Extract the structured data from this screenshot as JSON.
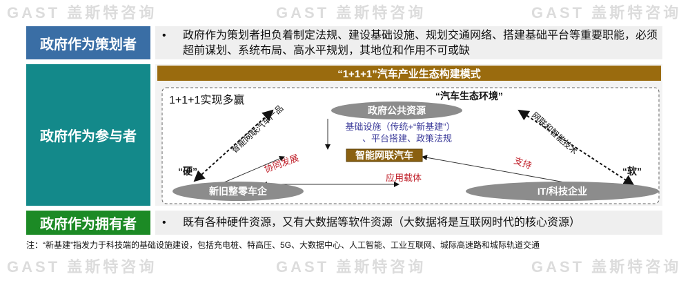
{
  "watermark": "GAST 盖斯特咨询",
  "rows": [
    {
      "label": "政府作为策划者",
      "color": "#3a6ea5",
      "text": "政府作为策划者担负着制定法规、建设基础设施、规划交通网络、搭建基础平台等重要职能，必须超前谋划、系统布局、高水平规划，其地位和作用不可或缺"
    },
    {
      "label": "政府作为参与者",
      "color": "#13898a"
    },
    {
      "label": "政府作为拥有者",
      "color": "#1c8a25",
      "text": "既有各种硬件资源，又有大数据等软件资源（大数据将是互联网时代的核心资源）"
    }
  ],
  "bullet": "•",
  "diagram": {
    "title": "“1+1+1”汽车产业生态构建模式",
    "corner": "1+1+1实现多赢",
    "ecosystem": "“汽车生态环境”",
    "top_node": "政府公共资源",
    "left_node": "新旧整零车企",
    "right_node": "IT/科技企业",
    "center_node": "智能网联汽车",
    "infra_line1": "基础设施（传统+“新基建”）",
    "infra_line2": "、平台搭建、政策法规",
    "left_arrow": "智能网联汽车产品",
    "right_arrow": "网联和智能技术",
    "hard": "“硬”",
    "soft": "“软”",
    "cooperate": "协同发展",
    "support": "支持",
    "carrier": "应用载体"
  },
  "note": "注：“新基建”指发力于科技端的基础设施建设，包括充电桩、特高压、5G、大数据中心、人工智能、工业互联网、城际高速路和城际轨道交通"
}
